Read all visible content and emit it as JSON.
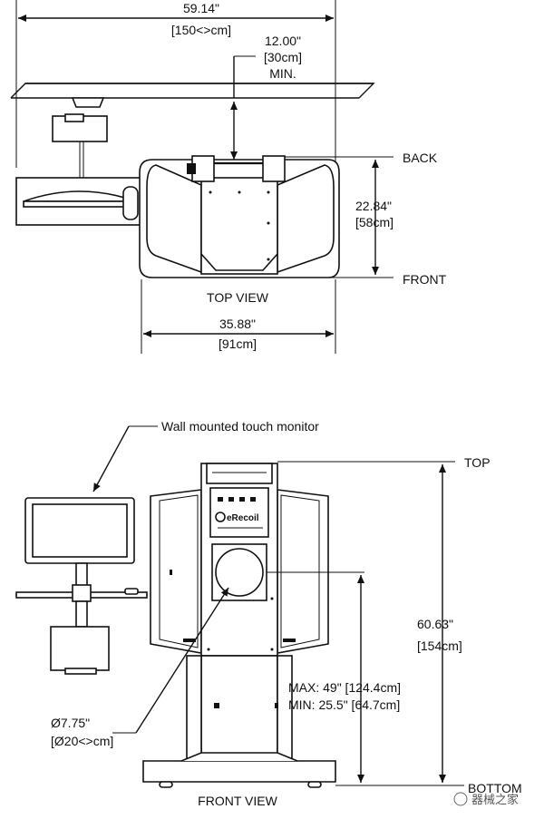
{
  "top_view": {
    "width_overall": "59.14\"",
    "width_overall_metric": "[150<>cm]",
    "clearance": "12.00\"",
    "clearance_metric": "[30cm]",
    "clearance_note": "MIN.",
    "back_label": "BACK",
    "front_label": "FRONT",
    "depth": "22.84\"",
    "depth_metric": "[58cm]",
    "view_title": "TOP VIEW",
    "width_unit": "35.88\"",
    "width_unit_metric": "[91cm]"
  },
  "front_view": {
    "monitor_callout": "Wall mounted touch monitor",
    "top_label": "TOP",
    "bottom_label": "BOTTOM",
    "height": "60.63\"",
    "height_metric": "[154cm]",
    "max_height": "MAX: 49\" [124.4cm]",
    "min_height": "MIN: 25.5\" [64.7cm]",
    "diameter": "Ø7.75\"",
    "diameter_metric": "[Ø20<>cm]",
    "view_title": "FRONT VIEW",
    "panel_logo_text": "eRecoil"
  },
  "watermark": {
    "text": "器械之家"
  }
}
